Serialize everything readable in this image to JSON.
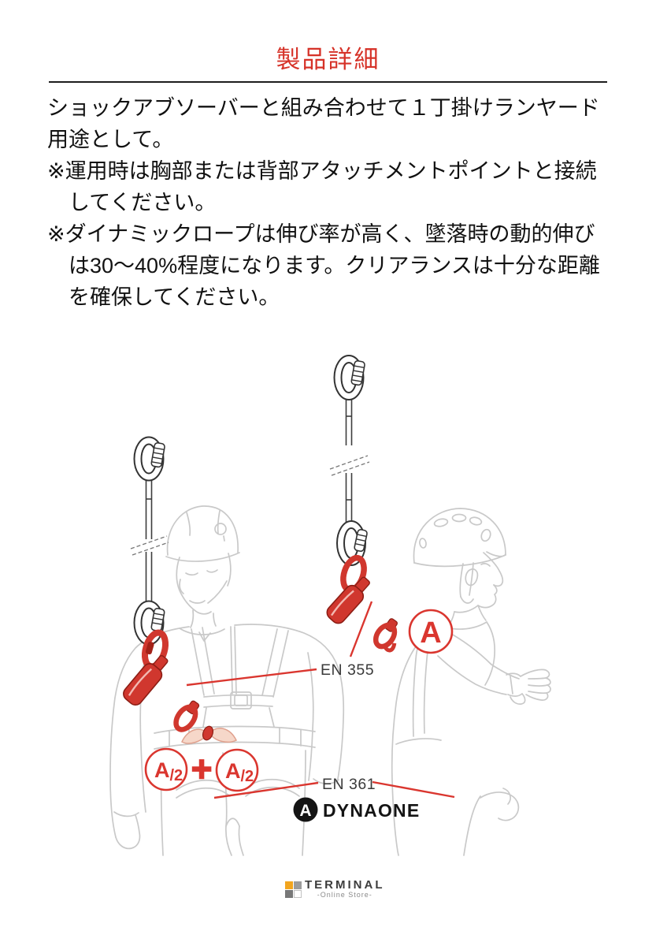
{
  "header": {
    "title": "製品詳細"
  },
  "description": {
    "lead": "ショックアブソーバーと組み合わせて１丁掛けランヤード用途として。",
    "notes": [
      {
        "text": "※運用時は胸部または背部アタッチメントポイントと接続してください。"
      },
      {
        "text": "※ダイナミックロープは伸び率が高く、墜落時の動的伸びは30〜40%程度になります。クリアランスは十分な距離を確保してください。"
      }
    ]
  },
  "diagram": {
    "standard_labels": {
      "shock_absorber": "EN 355",
      "harness": "EN 361"
    },
    "attachment_badges": {
      "full": "A",
      "half_letter": "A",
      "half_fraction": "/2",
      "plus": "+"
    },
    "brand": {
      "name": "DYNAONE",
      "icon_letter": "A"
    },
    "colors": {
      "equipment_red": "#d0372e",
      "badge_red": "#da362f",
      "leader_line_red": "#da362f",
      "figure_gray": "#c9c9c9",
      "label_text": "#3a3a3a",
      "chest_loop_pink": "#f6d7c9"
    }
  },
  "header_accent_color": "#d63228",
  "footer": {
    "brand": "TERMINAL",
    "tagline": "-Online Store-",
    "logo_colors": {
      "orange": "#f2a51f",
      "gray": "#9c9c9c",
      "dark_gray": "#787878",
      "white": "#ffffff"
    }
  }
}
